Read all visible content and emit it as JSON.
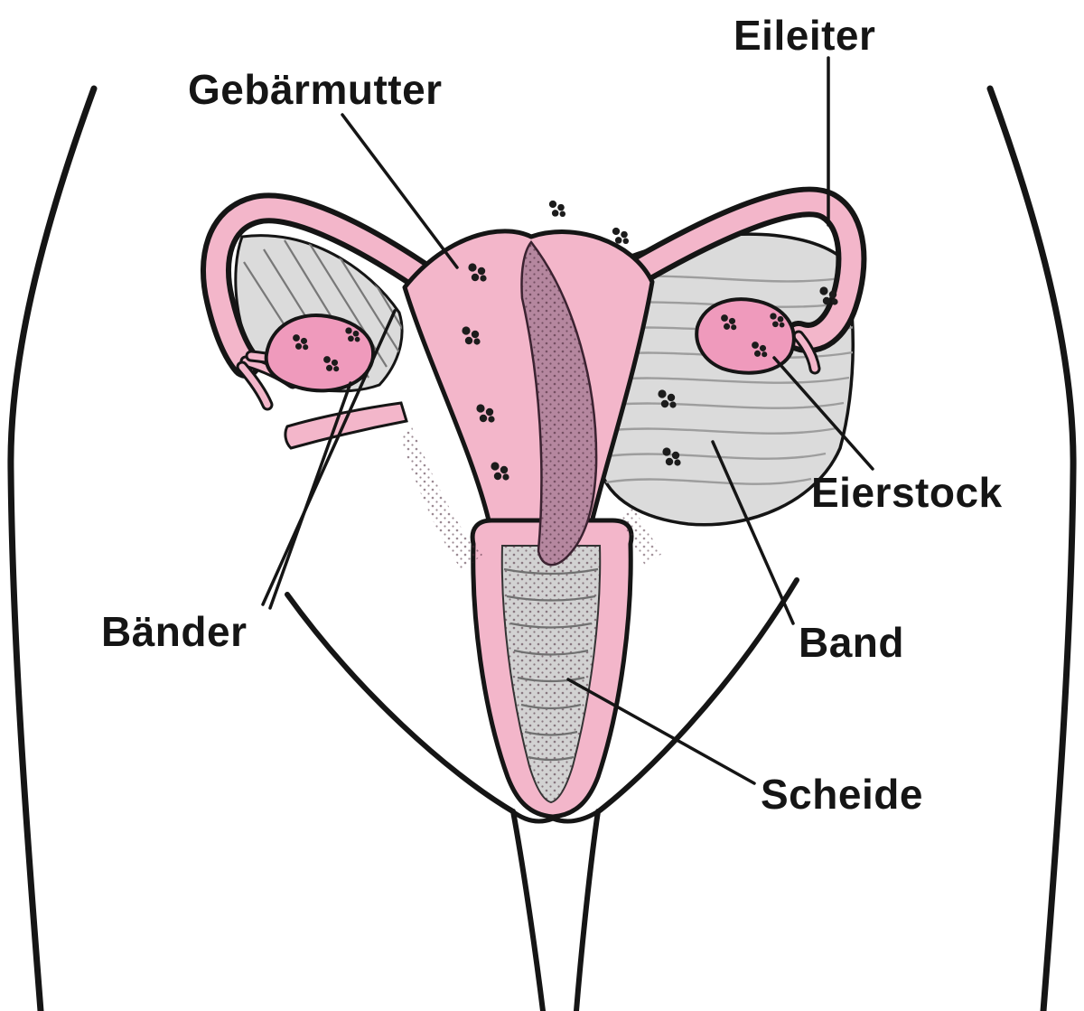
{
  "figure": {
    "labels": {
      "eileiter": "Eileiter",
      "gebaermutter": "Gebärmutter",
      "eierstock": "Eierstock",
      "baender": "Bänder",
      "band": "Band",
      "scheide": "Scheide"
    },
    "colors": {
      "organ_pink": "#f3b6ca",
      "organ_pink_light": "#f6cbd9",
      "ovary_pink": "#ef9abc",
      "cavity_mauve": "#b5879f",
      "ligament_gray": "#dbdbdb",
      "outline_black": "#151515"
    }
  }
}
